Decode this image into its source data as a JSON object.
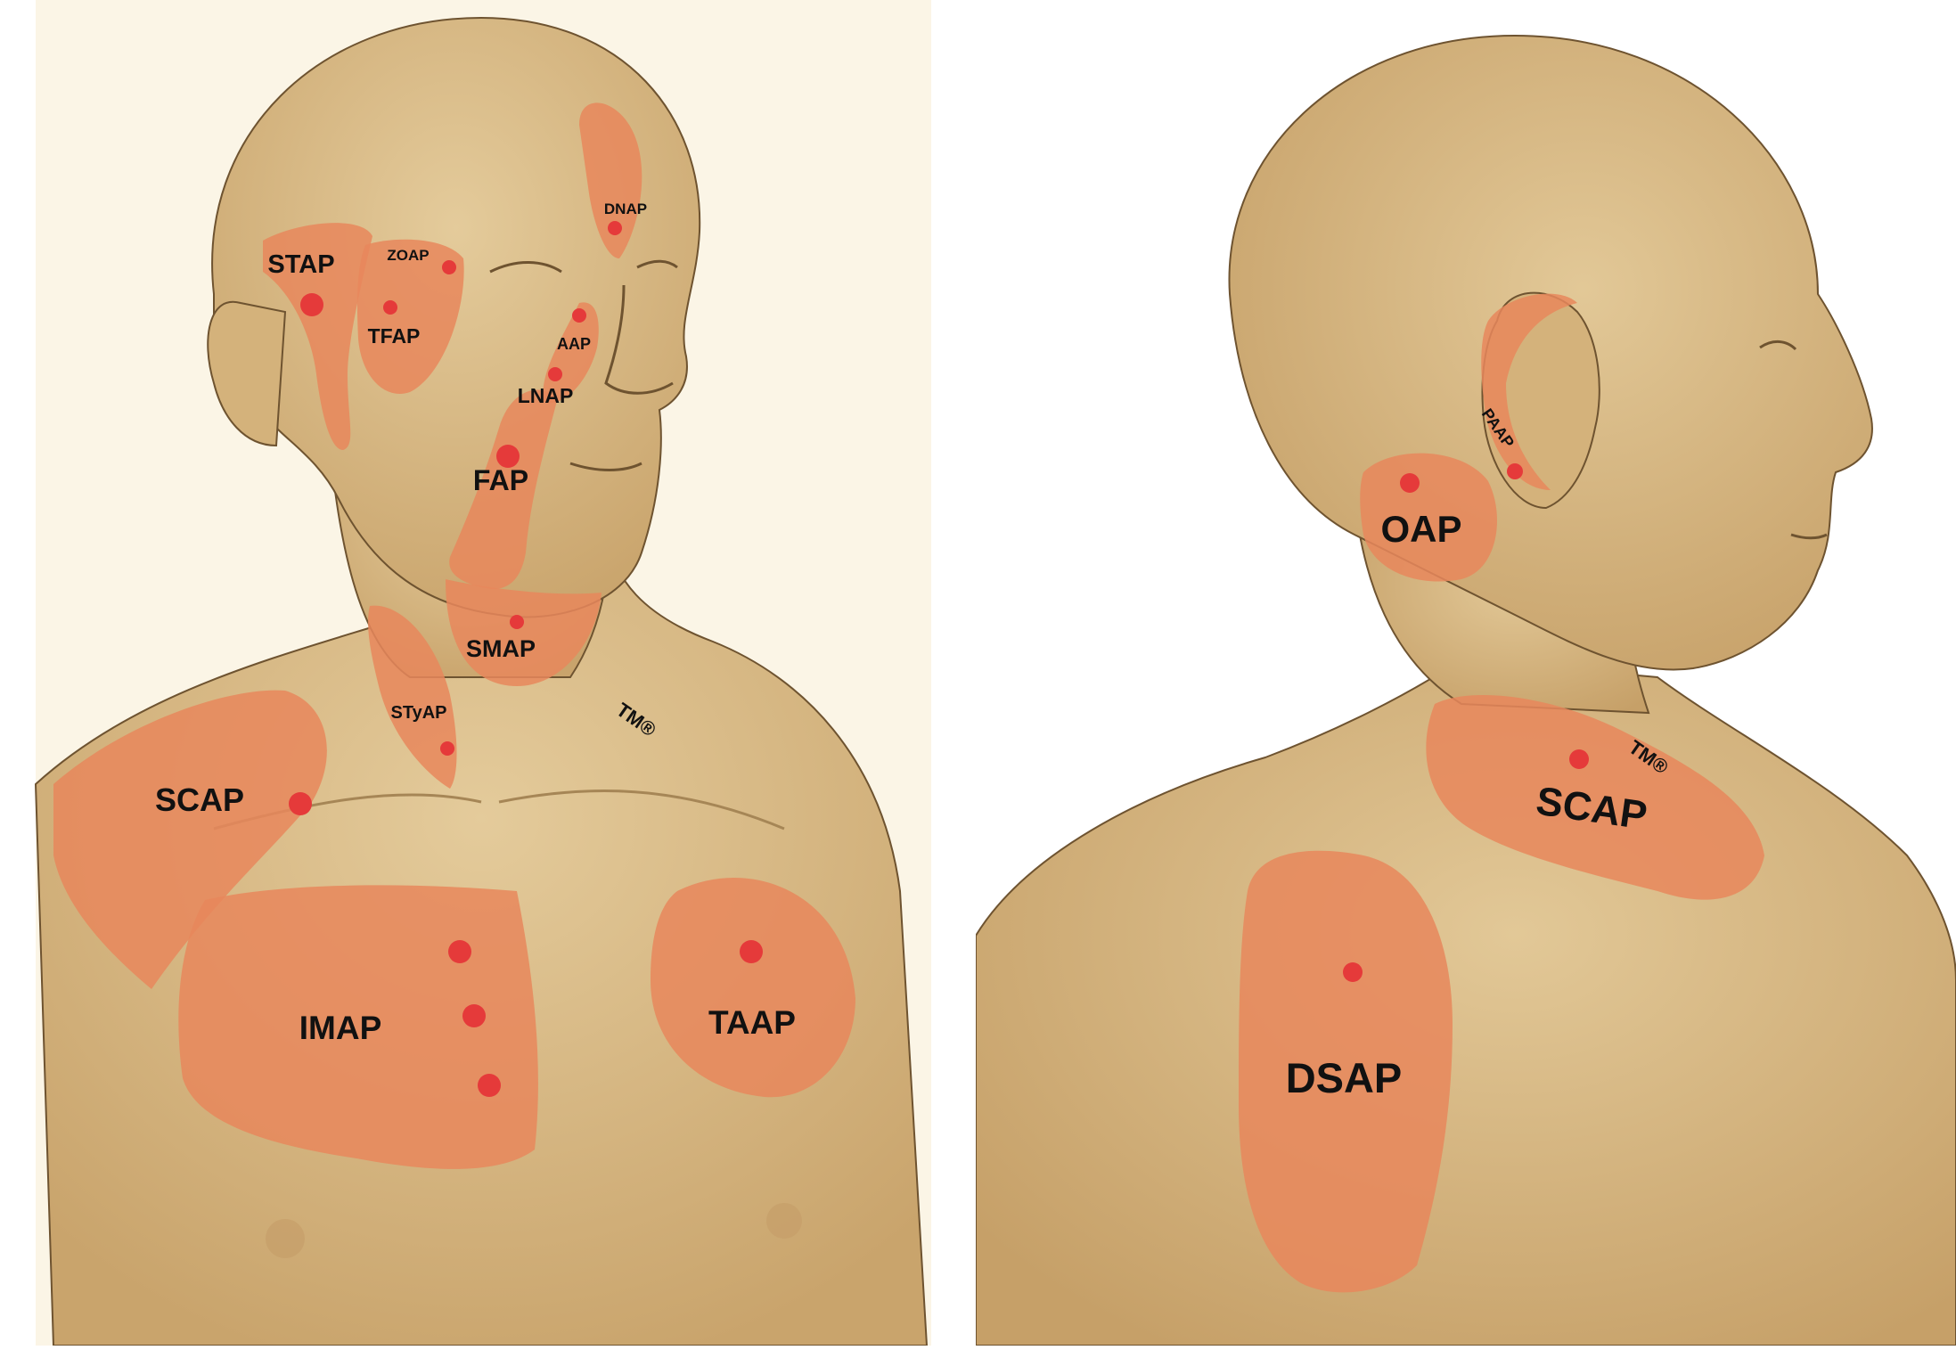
{
  "colors": {
    "skin": "#d9bd8a",
    "skin_shadow": "#b8955f",
    "outline": "#6e5330",
    "zone": "#e8875c",
    "point": "#e53a3a",
    "paper": "#fbf5e6",
    "label": "#111111"
  },
  "panels": [
    {
      "id": "front",
      "view": "anterior-oblique",
      "zones": [
        {
          "label": "DNAP"
        },
        {
          "label": "STAP"
        },
        {
          "label": "ZOAP"
        },
        {
          "label": "TFAP"
        },
        {
          "label": "AAP"
        },
        {
          "label": "LNAP"
        },
        {
          "label": "FAP"
        },
        {
          "label": "SMAP"
        },
        {
          "label": "STyAP"
        },
        {
          "label": "SCAP"
        },
        {
          "label": "IMAP"
        },
        {
          "label": "TAAP"
        }
      ],
      "mark": "TM®"
    },
    {
      "id": "back",
      "view": "posterior-lateral",
      "zones": [
        {
          "label": "OAP"
        },
        {
          "label": "PAAP"
        },
        {
          "label": "SCAP"
        },
        {
          "label": "DSAP"
        }
      ],
      "mark": "TM®"
    }
  ]
}
